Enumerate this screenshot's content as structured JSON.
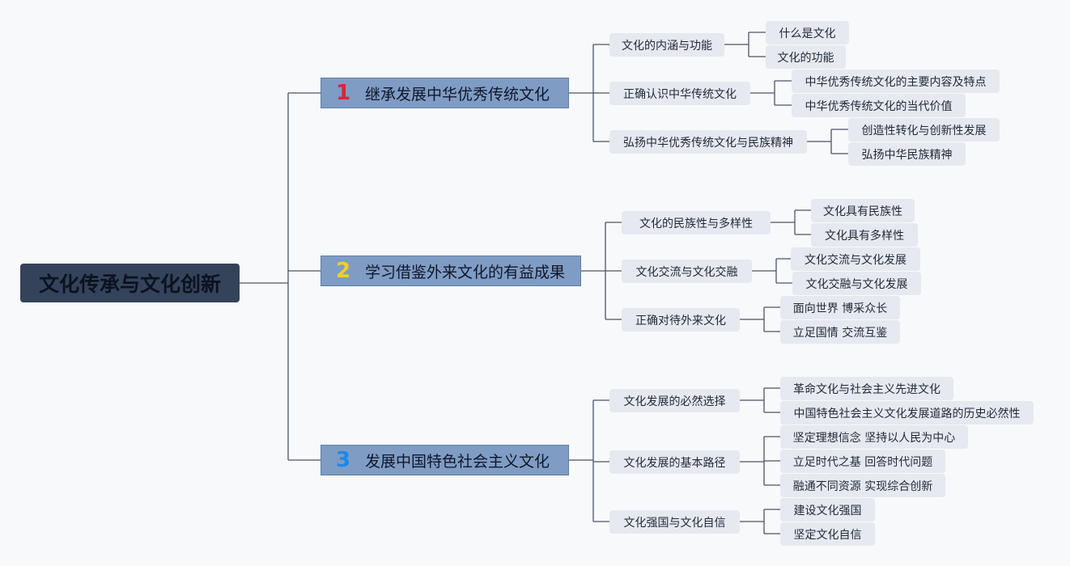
{
  "root": {
    "label": "文化传承与文化创新"
  },
  "branches": [
    {
      "number": "1",
      "number_color": "#d7263d",
      "label": "继承发展中华优秀传统文化",
      "subs": [
        {
          "label": "文化的内涵与功能",
          "leaves": [
            "什么是文化",
            "文化的功能"
          ]
        },
        {
          "label": "正确认识中华传统文化",
          "leaves": [
            "中华优秀传统文化的主要内容及特点",
            "中华优秀传统文化的当代价值"
          ]
        },
        {
          "label": "弘扬中华优秀传统文化与民族精神",
          "leaves": [
            "创造性转化与创新性发展",
            "弘扬中华民族精神"
          ]
        }
      ]
    },
    {
      "number": "2",
      "number_color": "#f2d024",
      "label": "学习借鉴外来文化的有益成果",
      "subs": [
        {
          "label": "文化的民族性与多样性",
          "leaves": [
            "文化具有民族性",
            "文化具有多样性"
          ]
        },
        {
          "label": "文化交流与文化交融",
          "leaves": [
            "文化交流与文化发展",
            "文化交融与文化发展"
          ]
        },
        {
          "label": "正确对待外来文化",
          "leaves": [
            "面向世界 博采众长",
            "立足国情 交流互鉴"
          ]
        }
      ]
    },
    {
      "number": "3",
      "number_color": "#1e88e5",
      "label": "发展中国特色社会主义文化",
      "subs": [
        {
          "label": "文化发展的必然选择",
          "leaves": [
            "革命文化与社会主义先进文化",
            "中国特色社会主义文化发展道路的历史必然性"
          ]
        },
        {
          "label": "文化发展的基本路径",
          "leaves": [
            "坚定理想信念 坚持以人民为中心",
            "立足时代之基 回答时代问题",
            "融通不同资源 实现综合创新"
          ]
        },
        {
          "label": "文化强国与文化自信",
          "leaves": [
            "建设文化强国",
            "坚定文化自信"
          ]
        }
      ]
    }
  ],
  "colors": {
    "background": "#f8f9fa",
    "root_bg": "#34435a",
    "branch_bg": "#7f9cc4",
    "node_bg": "#e6e9f0",
    "line": "#4a5568"
  }
}
